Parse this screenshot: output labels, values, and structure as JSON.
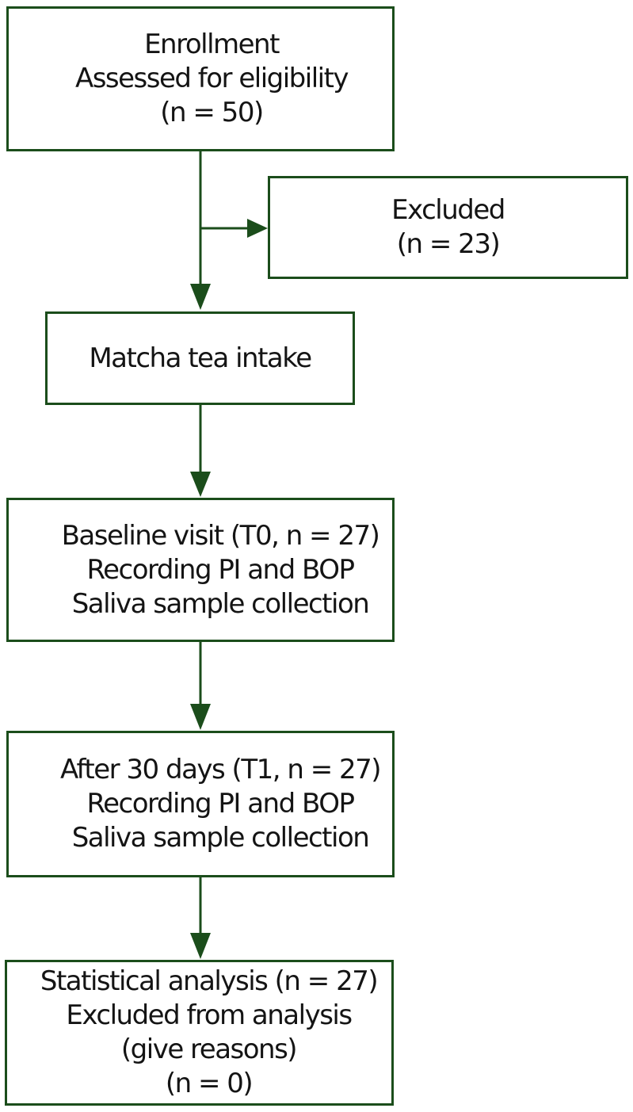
{
  "diagram": {
    "type": "flowchart",
    "subject": "study-enrollment-flow",
    "theme": {
      "line_color": "#1b4d1b",
      "box_border_color": "#1b4d1b",
      "text_color": "#141414",
      "box_background": "#ffffff",
      "page_background": "#ffffff"
    },
    "boxes": [
      {
        "id": "enrollment",
        "lines": [
          "Enrollment",
          "Assessed for eligibility",
          "(n = 50)"
        ]
      },
      {
        "id": "excluded",
        "lines": [
          "Excluded",
          "(n = 23)"
        ]
      },
      {
        "id": "matcha-intake",
        "lines": [
          "Matcha tea intake"
        ]
      },
      {
        "id": "baseline-visit",
        "lines": [
          "Baseline visit (T0, n = 27)",
          "Recording PI and BOP",
          "Saliva sample collection"
        ]
      },
      {
        "id": "after-30-days",
        "lines": [
          "After 30 days (T1, n = 27)",
          "Recording PI and BOP",
          "Saliva sample collection"
        ]
      },
      {
        "id": "statistical-analysis",
        "lines": [
          "Statistical analysis (n = 27)",
          "Excluded from analysis",
          "(give reasons)",
          "(n = 0)"
        ]
      }
    ],
    "connectors": [
      {
        "from": "enrollment",
        "to": "matcha-intake",
        "style": "arrow-down"
      },
      {
        "from": "enrollment",
        "to": "excluded",
        "style": "arrow-right-branch"
      },
      {
        "from": "matcha-intake",
        "to": "baseline-visit",
        "style": "arrow-down"
      },
      {
        "from": "baseline-visit",
        "to": "after-30-days",
        "style": "arrow-down"
      },
      {
        "from": "after-30-days",
        "to": "statistical-analysis",
        "style": "arrow-down"
      }
    ]
  }
}
